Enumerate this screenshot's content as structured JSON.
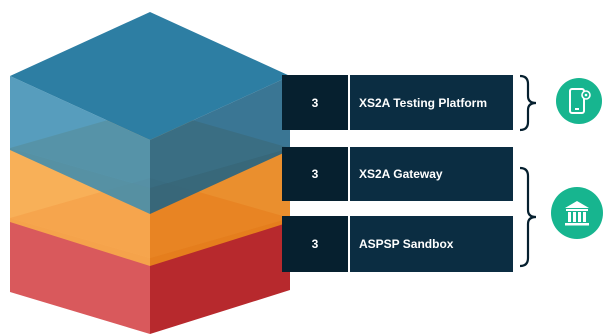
{
  "layers": [
    {
      "number": "3",
      "label": "XS2A Testing Platform",
      "color": "#2f7fa1"
    },
    {
      "number": "3",
      "label": "XS2A Gateway",
      "color": "#f39a2e"
    },
    {
      "number": "3",
      "label": "ASPSP Sandbox",
      "color": "#c9383c"
    }
  ],
  "icons": [
    {
      "name": "mobile-app-icon"
    },
    {
      "name": "bank-icon"
    }
  ],
  "colors": {
    "label_dark": "#06202f",
    "label_bg": "#0b2d42",
    "icon_green": "#17b58f"
  }
}
